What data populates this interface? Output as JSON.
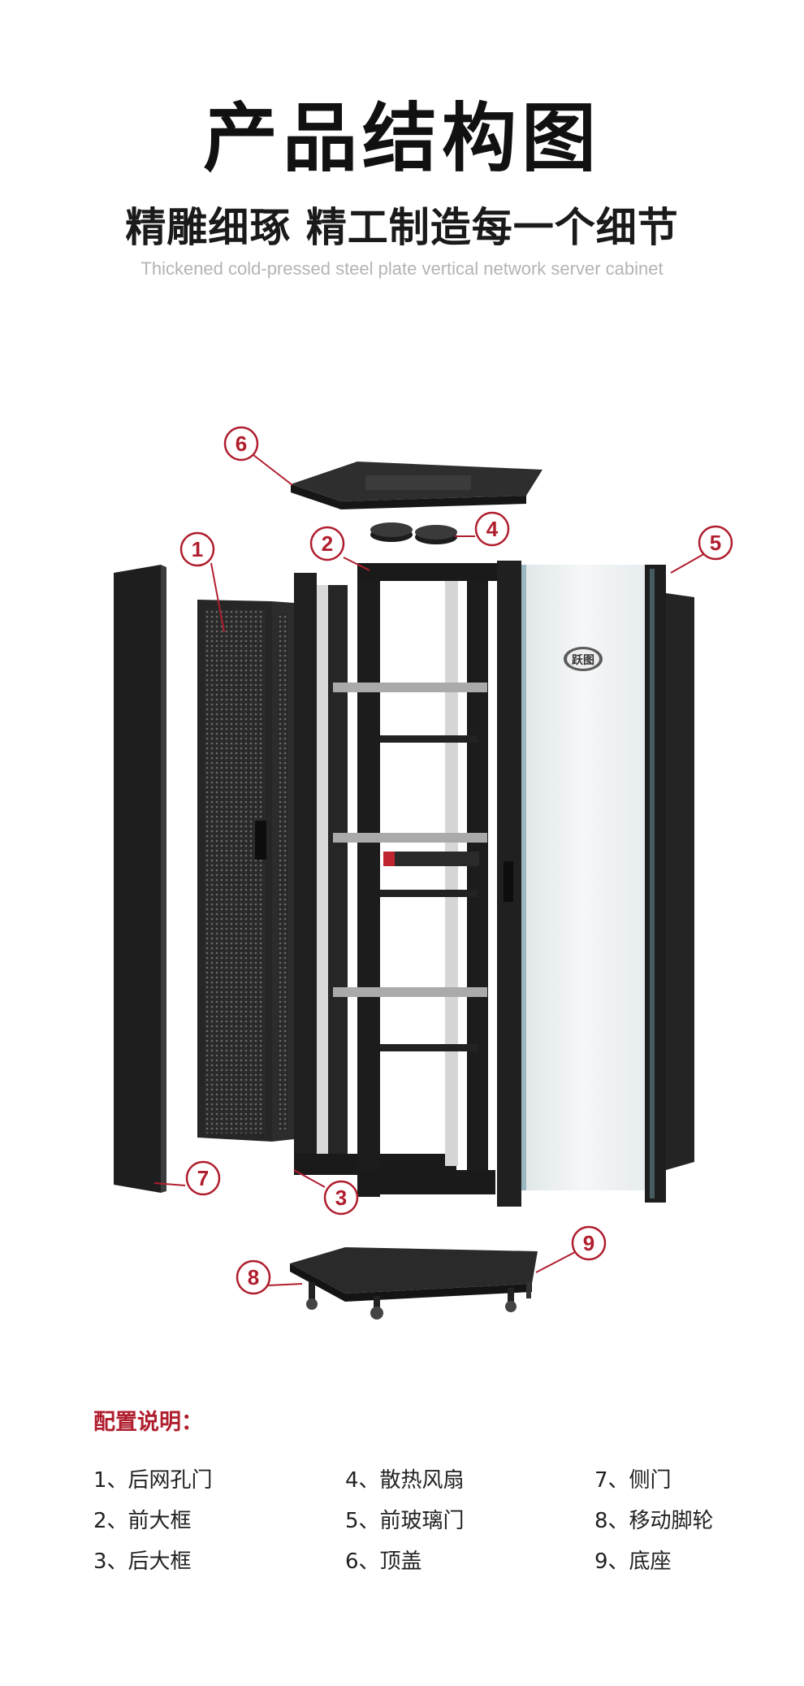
{
  "header": {
    "title": "产品结构图",
    "subtitle": "精雕细琢 精工制造每一个细节",
    "english": "Thickened cold-pressed steel plate vertical network server cabinet"
  },
  "brand_badge": "跃图",
  "callouts": [
    "1",
    "2",
    "3",
    "4",
    "5",
    "6",
    "7",
    "8",
    "9"
  ],
  "config": {
    "heading": "配置说明：",
    "columns": [
      [
        "1、后网孔门",
        "2、前大框",
        "3、后大框"
      ],
      [
        "4、散热风扇",
        "5、前玻璃门",
        "6、顶盖"
      ],
      [
        "7、侧门",
        "8、移动脚轮",
        "9、底座"
      ]
    ]
  },
  "colors": {
    "accent": "#b01e2e",
    "steel": "#2b2b2b",
    "glass": "#e9eef0"
  }
}
